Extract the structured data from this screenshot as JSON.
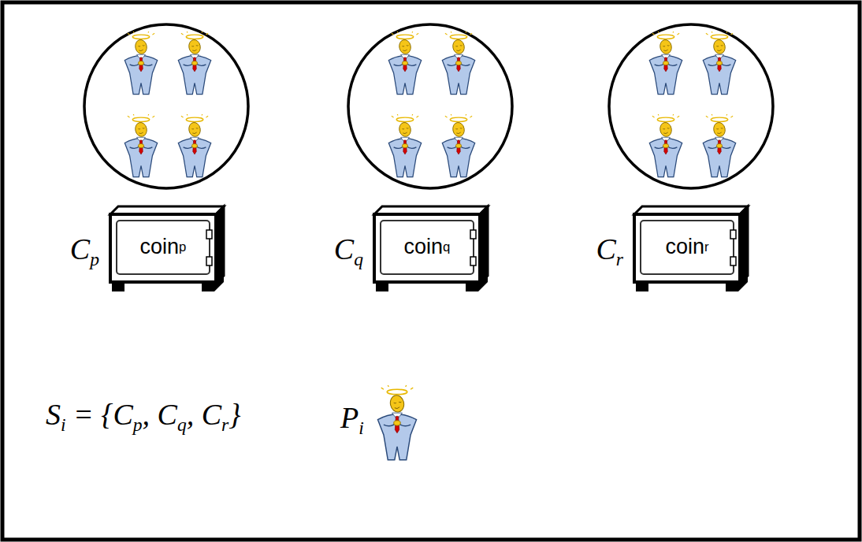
{
  "diagram": {
    "nodes": [
      {
        "text": [
          "Cp",
          "coinp"
        ]
      },
      {
        "text": [
          "Cq",
          "coinq"
        ]
      },
      {
        "text": [
          "Cr",
          "coinr"
        ]
      }
    ],
    "labels": [
      "Si = {Cp, Cq, Cr}",
      "Pi"
    ]
  }
}
